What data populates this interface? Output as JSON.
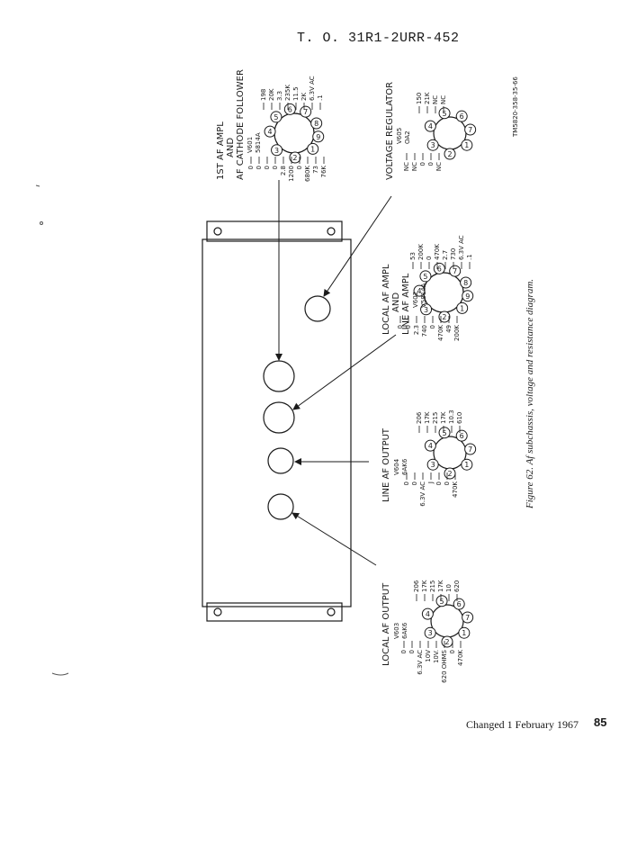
{
  "page": {
    "header": "T. O. 31R1-2URR-452",
    "footer_changed": "Changed 1 February 1967",
    "page_number": "85",
    "caption": "Figure 62. Af subchassis, voltage and resistance diagram.",
    "drawing_number": "TM5820-358-35-66"
  },
  "tubes": {
    "v601": {
      "label_lines": [
        "1ST AF AMPL",
        "AND",
        "AF CATHODE FOLLOWER"
      ],
      "designator": "V601",
      "type": "5814A",
      "top_values": [
        "198",
        "20K",
        "3.3",
        "235K",
        "11.5",
        "2K",
        "6.3V AC",
        ".1"
      ],
      "bottom_values": [
        "0",
        "0",
        "0",
        "0",
        "2.8",
        "1200",
        "0",
        "680K",
        "73",
        "76K"
      ]
    },
    "v605": {
      "label_lines": [
        "VOLTAGE REGULATOR"
      ],
      "designator": "V605",
      "type": "OA2",
      "top_values": [
        "150",
        "21K",
        "NC",
        "NC"
      ],
      "bottom_values": [
        "NC",
        "NC",
        "0",
        "0",
        "NC"
      ]
    },
    "v602": {
      "label_lines": [
        "LOCAL AF AMPL",
        "AND",
        "LINE AF AMPL"
      ],
      "designator": "V602",
      "type": "V5814A",
      "top_values": [
        "53",
        "200K",
        "0",
        "470K",
        "2.7",
        "730",
        "6.3V AC",
        ".1"
      ],
      "bottom_values": [
        "0",
        "0",
        "2.3",
        "740",
        "0",
        "470K",
        "49",
        "200K"
      ]
    },
    "v604": {
      "label_lines": [
        "LINE AF OUTPUT"
      ],
      "designator": "V604",
      "type": "6AK6",
      "top_values": [
        "206",
        "17K",
        "215",
        "17K",
        "10.3",
        "610"
      ],
      "bottom_values": [
        "0",
        "0",
        "6.3V AC",
        "J",
        "0",
        "0",
        "470K"
      ]
    },
    "v603": {
      "label_lines": [
        "LOCAL AF OUTPUT"
      ],
      "designator": "V603",
      "type": "6AK6",
      "top_values": [
        "206",
        "17K",
        "215",
        "17K",
        "10",
        "620"
      ],
      "bottom_values": [
        "0",
        "0",
        "6.3V AC",
        "10V",
        "10V.",
        "620 OHMS",
        "0",
        "470K"
      ]
    }
  },
  "pins": {
    "nine": [
      "1",
      "2",
      "3",
      "4",
      "5",
      "6",
      "7",
      "8",
      "9"
    ],
    "seven": [
      "1",
      "2",
      "3",
      "4",
      "5",
      "6",
      "7"
    ]
  }
}
